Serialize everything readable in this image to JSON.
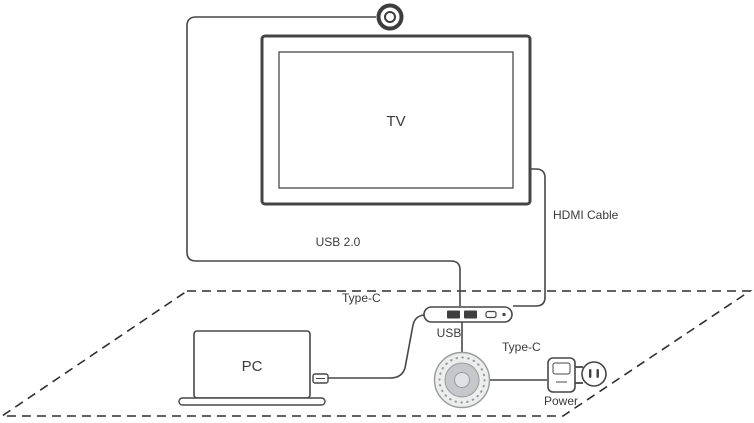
{
  "diagram": {
    "labels": {
      "tv": "TV",
      "pc": "PC",
      "usb_cable": "USB 2.0",
      "hdmi_cable": "HDMI Cable",
      "typec_pc": "Type-C",
      "hub_usb": "USB",
      "typec_power": "Type-C",
      "power": "Power"
    },
    "colors": {
      "line": "#474747",
      "table_dash": "#2f2f2f",
      "port_fill": "#3f3f3f",
      "speakerphone_fill": "#eceeee",
      "speakerphone_ring": "#c4c8ca"
    },
    "icons": {
      "camera-icon": "double-circle webcam above TV",
      "laptop-icon": "open laptop outline",
      "usb-hub-icon": "rounded bar with two USB ports and LED",
      "speakerphone-icon": "concentric circles with dotted speaker ring",
      "power-adapter-icon": "wall adapter with prongs",
      "outlet-icon": "round socket with two slots"
    }
  }
}
